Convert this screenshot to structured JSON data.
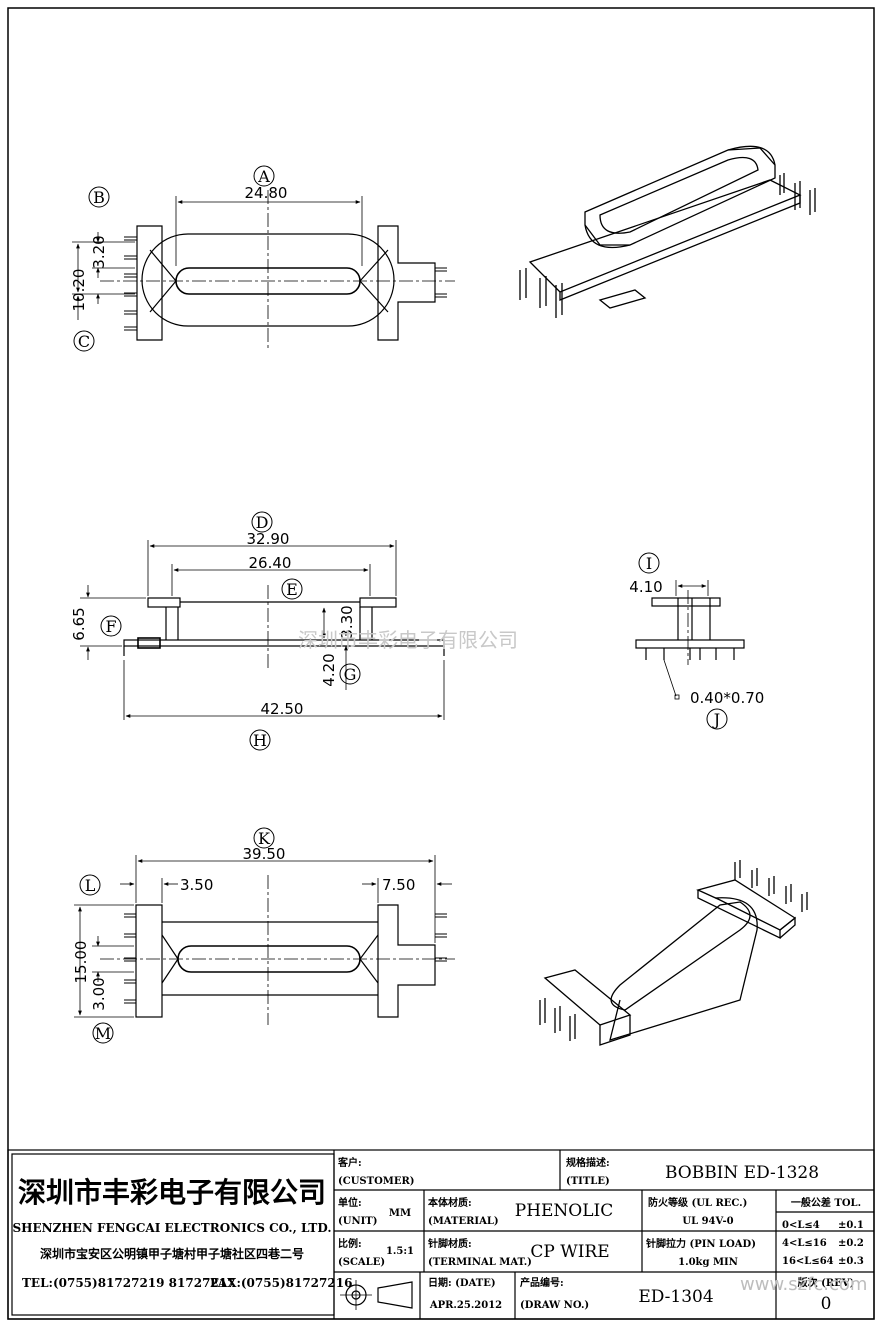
{
  "views": {
    "top": {
      "bubbles": {
        "a": "A",
        "b": "B",
        "c": "C"
      },
      "dims": {
        "width": "24.80",
        "slot_offset": "3.20",
        "slot_height": "10.20"
      }
    },
    "front": {
      "bubbles": {
        "d": "D",
        "e": "E",
        "f": "F",
        "g": "G",
        "h": "H"
      },
      "dims": {
        "flange": "32.90",
        "inner": "26.40",
        "height": "6.65",
        "core": "3.30",
        "pin_drop": "4.20",
        "pin_span": "42.50"
      }
    },
    "side": {
      "bubbles": {
        "i": "I",
        "j": "J"
      },
      "dims": {
        "core_width": "4.10",
        "pin_size": "0.40*0.70"
      }
    },
    "bottom": {
      "bubbles": {
        "k": "K",
        "l": "L",
        "m": "M"
      },
      "dims": {
        "total": "39.50",
        "left_flange": "3.50",
        "right_flange": "7.50",
        "height": "15.00",
        "slot": "3.00"
      }
    }
  },
  "watermark": "深圳市丰彩电子有限公司",
  "watermark_url": "www.szfc.com",
  "title_block": {
    "company_cn": "深圳市丰彩电子有限公司",
    "company_en": "SHENZHEN FENGCAI ELECTRONICS CO., LTD.",
    "address": "深圳市宝安区公明镇甲子塘村甲子塘社区四巷二号",
    "tel": "TEL:(0755)81727219  81727217",
    "fax": "FAX:(0755)81727216",
    "customer_cn": "客户:",
    "customer_en": "(CUSTOMER)",
    "title_cn": "规格描述:",
    "title_en": "(TITLE)",
    "title_value": "BOBBIN ED-1328",
    "unit_cn": "单位:",
    "unit_en": "(UNIT)",
    "unit_value": "MM",
    "material_cn": "本体材质:",
    "material_en": "(MATERIAL)",
    "material_value": "PHENOLIC",
    "ul_cn": "防火等级 (UL REC.)",
    "ul_value": "UL 94V-0",
    "tol_title": "一般公差 TOL.",
    "tol_rows": [
      {
        "range": "0<L≤4",
        "value": "±0.1"
      },
      {
        "range": "4<L≤16",
        "value": "±0.2"
      },
      {
        "range": "16<L≤64",
        "value": "±0.3"
      }
    ],
    "scale_cn": "比例:",
    "scale_en": "(SCALE)",
    "scale_value": "1.5:1",
    "terminal_cn": "针脚材质:",
    "terminal_en": "(TERMINAL MAT.)",
    "terminal_value": "CP WIRE",
    "pinload_cn": "针脚拉力 (PIN LOAD)",
    "pinload_value": "1.0kg MIN",
    "date_cn": "日期: (DATE)",
    "date_value": "APR.25.2012",
    "drawno_cn": "产品编号:",
    "drawno_en": "(DRAW NO.)",
    "drawno_value": "ED-1304",
    "rev_cn": "版次 (REV)",
    "rev_value": "0"
  }
}
